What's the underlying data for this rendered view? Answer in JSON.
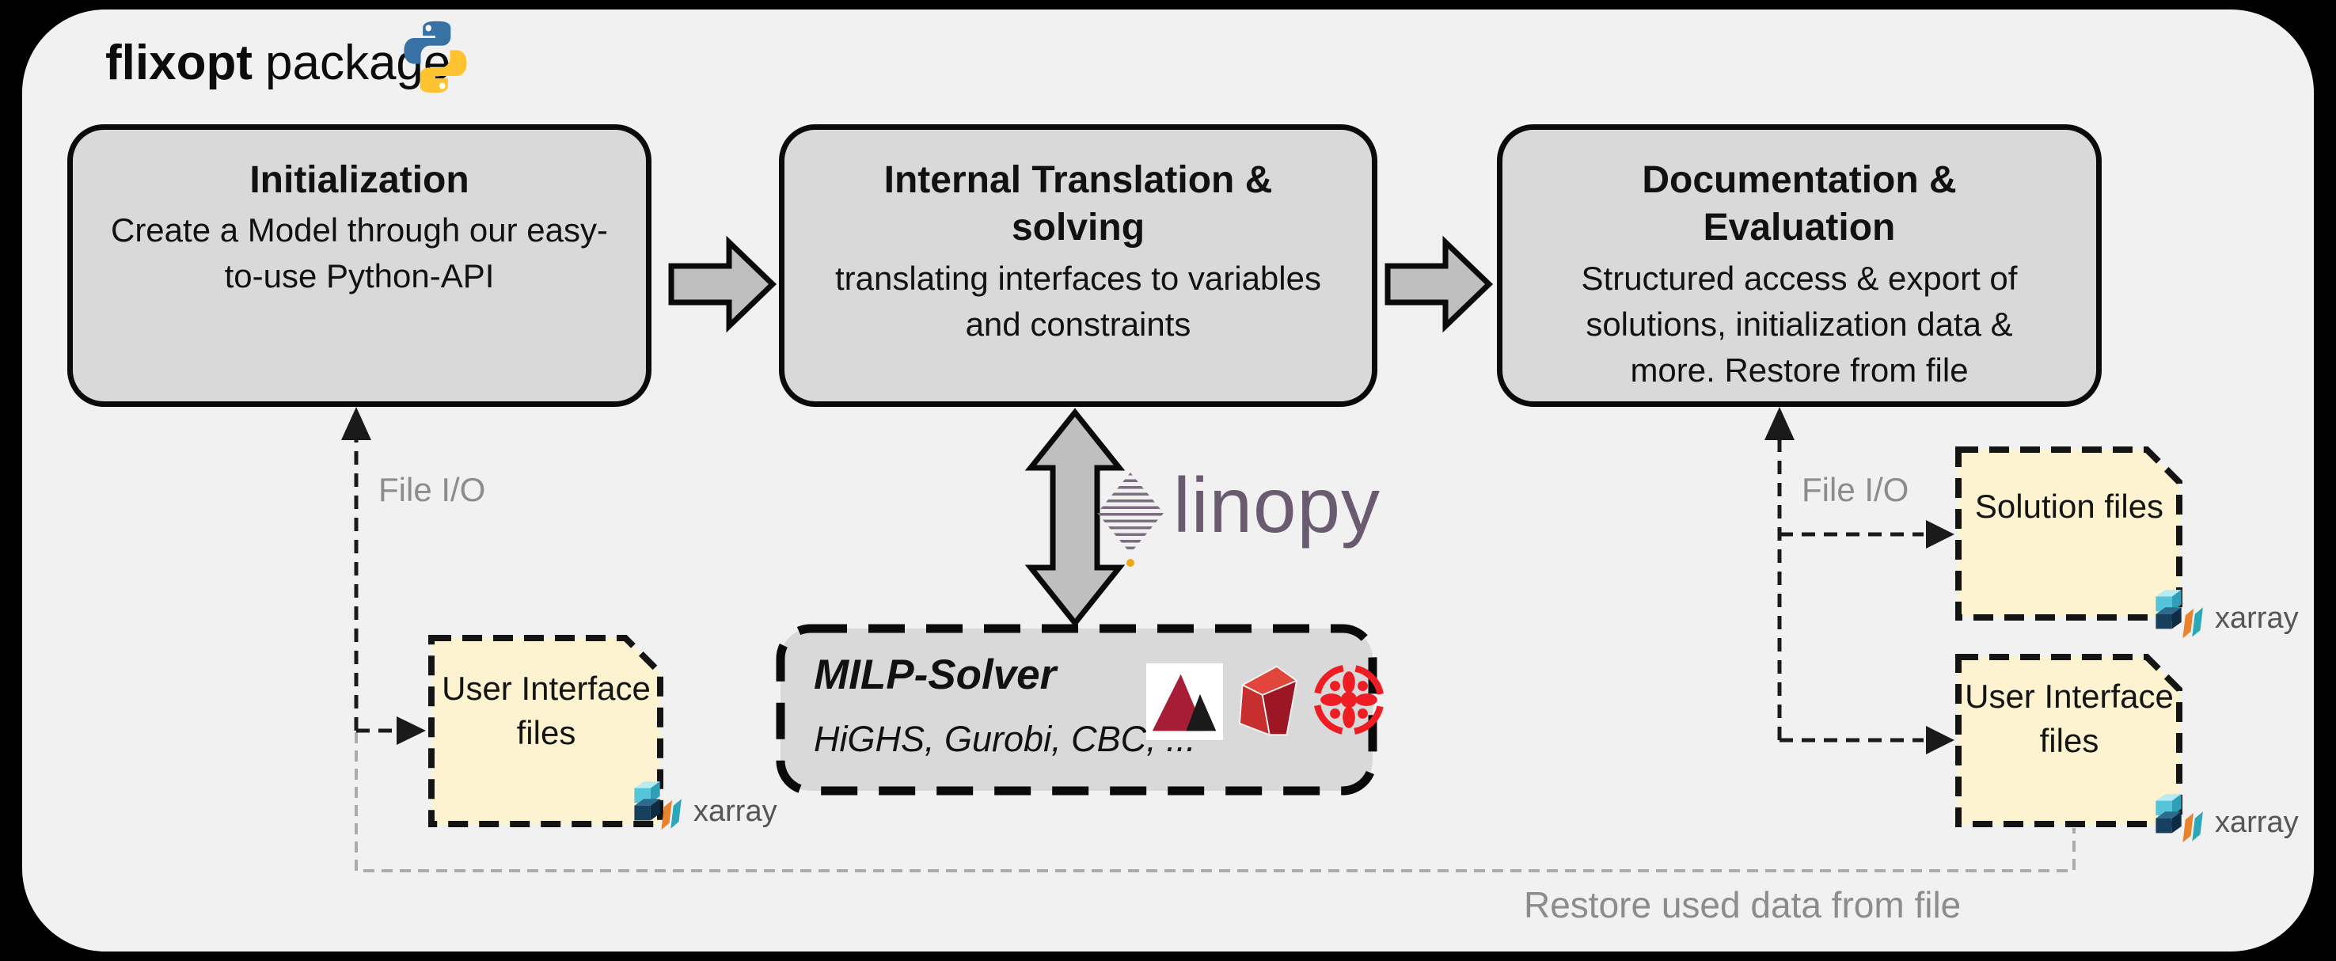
{
  "header": {
    "brand_bold": "flixopt",
    "brand_rest": "package"
  },
  "main_boxes": [
    {
      "title": "Initialization",
      "body": "Create a Model through our easy-to-use Python-API"
    },
    {
      "title": "Internal Translation & solving",
      "body": "translating interfaces to variables and constraints"
    },
    {
      "title": "Documentation & Evaluation",
      "body": "Structured access & export of solutions, initialization data & more. Restore from file"
    }
  ],
  "solver_box": {
    "title": "MILP-Solver",
    "engines": "HiGHS, Gurobi, CBC, ...",
    "engine_logos": [
      "highs-icon",
      "gurobi-icon",
      "cbc-icon"
    ]
  },
  "logos": {
    "linopy": "linopy",
    "xarray": "xarray",
    "python": "python-icon"
  },
  "file_boxes": {
    "user_left": "User Interface files",
    "solution": "Solution files",
    "user_right": "User Interface files"
  },
  "labels": {
    "file_io_left": "File I/O",
    "file_io_right": "File I/O",
    "restore": "Restore used data from file"
  },
  "colors": {
    "canvas_bg": "#f1f1f1",
    "process_box_fill": "#d9d9d9",
    "file_box_fill": "#fdf3d1",
    "block_arrow_fill": "#bfbfbf",
    "linopy_purple": "#6b5b70",
    "linopy_dot_orange": "#f0a51f",
    "python_blue": "#3872A5",
    "python_yellow": "#FFC331",
    "solver_red": "#c8102e",
    "gray_line": "#ababab",
    "gray_text": "#8c8c8c"
  }
}
